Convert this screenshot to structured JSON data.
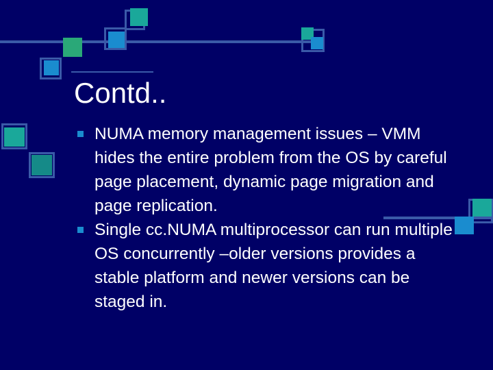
{
  "slide": {
    "title": "Contd..",
    "bullets": [
      "NUMA memory management issues – VMM hides the entire problem from the OS by careful page placement, dynamic page migration and page replication.",
      "Single cc.NUMA multiprocessor can run multiple OS concurrently –older versions provides a stable platform and newer versions can be staged in."
    ]
  },
  "colors": {
    "background": "#000066",
    "accent_line": "#3a5aa8",
    "bullet": "#1a8ccf",
    "teal": "#1aa89a",
    "blue": "#1a8ccf",
    "green": "#2aa878"
  }
}
